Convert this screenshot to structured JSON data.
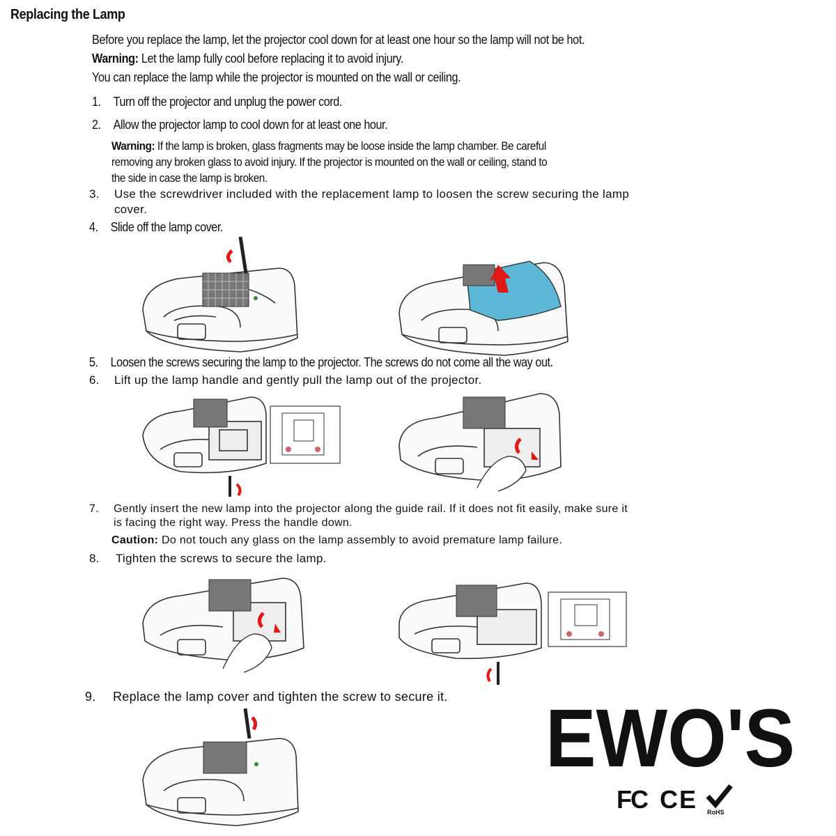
{
  "title": "Replacing the Lamp",
  "intro": {
    "line1": "Before you replace the lamp, let the projector cool down for at least one hour so the lamp will not be hot.",
    "warning_label": "Warning:",
    "warning_text": " Let the lamp fully cool before replacing it to avoid injury.",
    "line3": "You can replace the lamp while the projector is mounted on the wall or ceiling."
  },
  "steps": [
    {
      "num": "1.",
      "text": "Turn off the projector and unplug the power cord."
    },
    {
      "num": "2.",
      "text": "Allow the projector lamp to cool down for at least one hour."
    },
    {
      "num": "3.",
      "text": "Use the screwdriver included with the replacement lamp to loosen the screw securing the lamp",
      "text2": "cover."
    },
    {
      "num": "4.",
      "text": "Slide off the lamp cover."
    },
    {
      "num": "5.",
      "text": "Loosen the screws securing the lamp to the projector. The screws do not come all the way out."
    },
    {
      "num": "6.",
      "text": "Lift up the lamp handle and gently pull the lamp out of the projector."
    },
    {
      "num": "7.",
      "text": "Gently insert the new lamp into the projector along the guide rail. If it does not fit easily, make sure it",
      "text2": "is facing the right way. Press the handle down."
    },
    {
      "num": "8.",
      "text": "Tighten the screws to secure the lamp."
    },
    {
      "num": "9.",
      "text": "Replace the lamp cover and tighten the screw to secure it."
    }
  ],
  "step2_warning": {
    "label": "Warning:",
    "line1": " If the lamp is broken, glass fragments may be loose inside the lamp chamber. Be careful",
    "line2": "removing any broken glass to avoid injury. If the projector is mounted on the wall or ceiling, stand to",
    "line3": "the side in case the lamp is broken."
  },
  "step7_caution": {
    "label": "Caution:",
    "text": " Do not touch any glass on the lamp assembly to avoid premature lamp failure."
  },
  "brand": {
    "logo_text": "EWO'S",
    "cert_marks": [
      "FC",
      "CE",
      "RoHS"
    ]
  },
  "colors": {
    "text": "#111111",
    "arrow_red": "#e01818",
    "cover_blue": "#5cb8d6",
    "line": "#333333"
  },
  "icons": [
    "projector-illustration",
    "screwdriver-icon",
    "rotate-arrow-icon",
    "up-arrow-icon",
    "hand-icon",
    "lamp-module-inset"
  ]
}
